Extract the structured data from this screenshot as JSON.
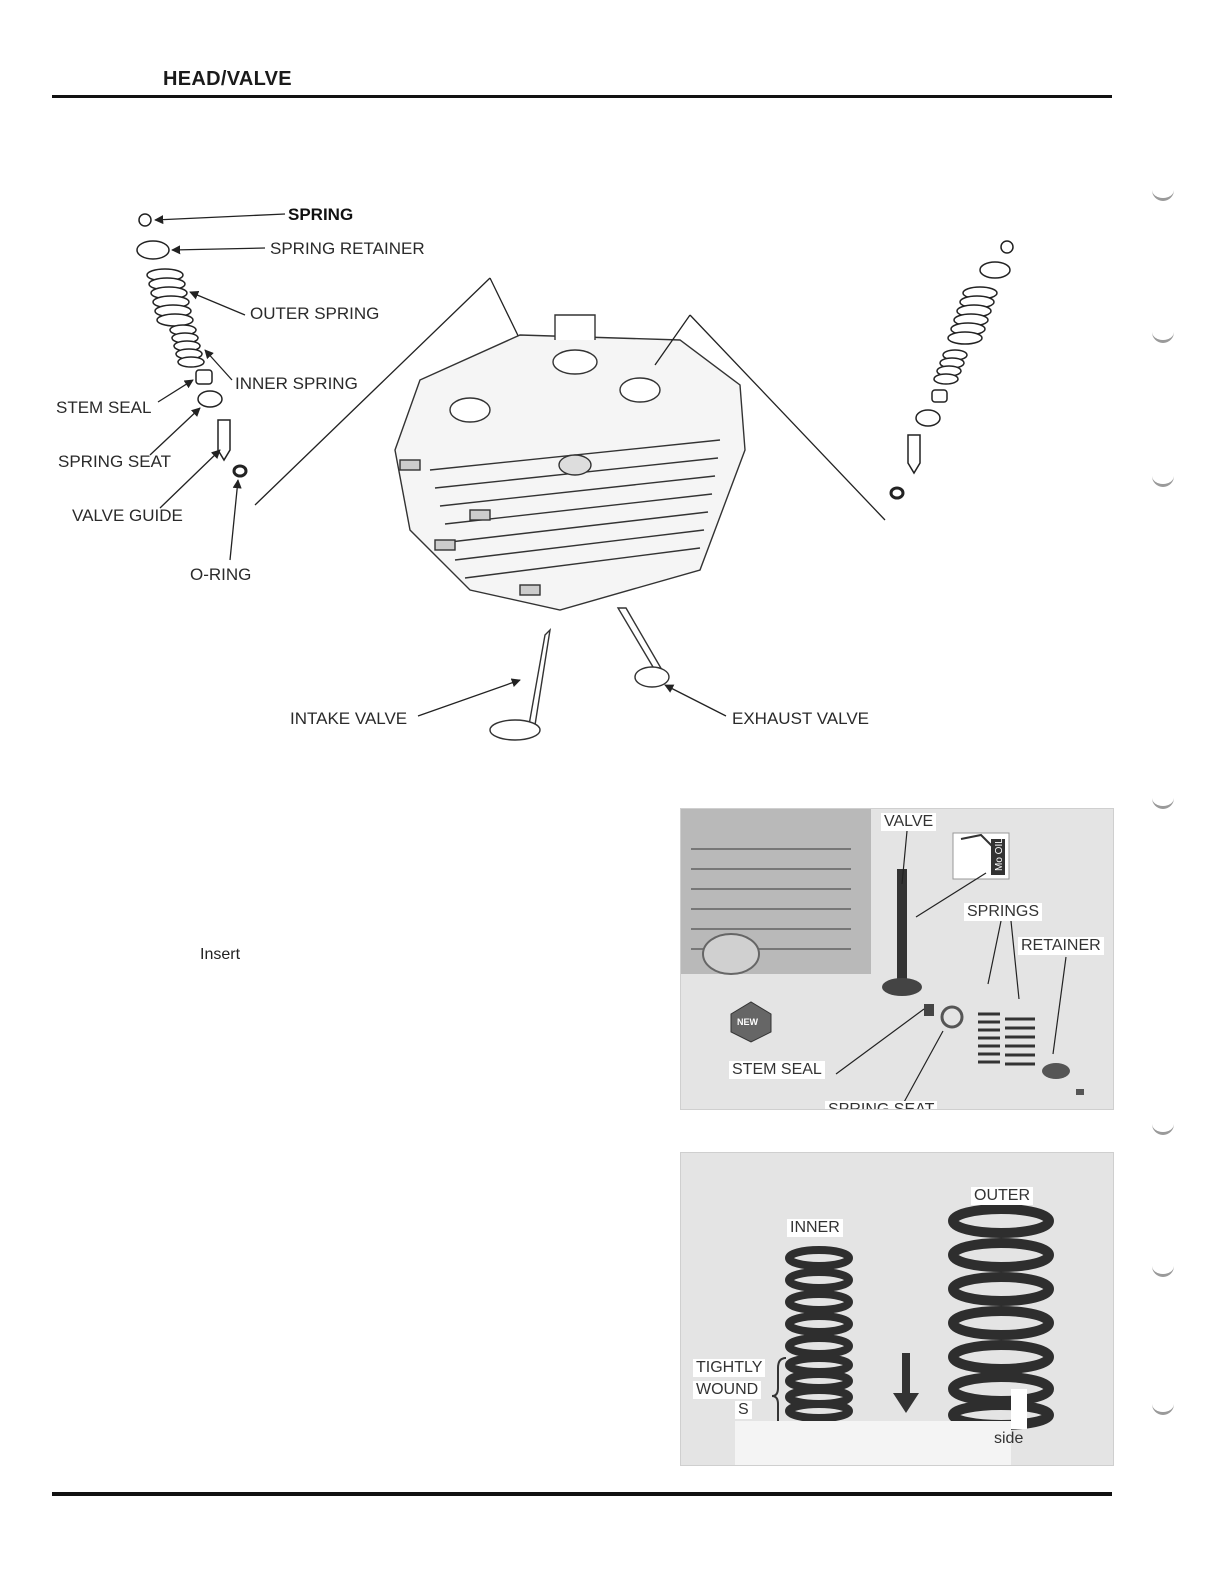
{
  "header": {
    "title": "HEAD/VALVE"
  },
  "diagram": {
    "labels": {
      "spring": "SPRING",
      "spring_retainer": "SPRING RETAINER",
      "outer_spring": "OUTER SPRING",
      "inner_spring": "INNER SPRING",
      "stem_seal": "STEM SEAL",
      "spring_seat": "SPRING SEAT",
      "valve_guide": "VALVE GUIDE",
      "o_ring": "O-RING",
      "intake_valve": "INTAKE VALVE",
      "exhaust_valve": "EXHAUST VALVE"
    }
  },
  "body": {
    "insert_text": "Insert"
  },
  "photo1": {
    "labels": {
      "valve": "VALVE",
      "oil": "Mo OIL",
      "springs": "SPRINGS",
      "retainer": "RETAINER",
      "new_badge": "NEW",
      "stem_seal": "STEM SEAL",
      "spring_seat": "SPRING SEAT"
    }
  },
  "photo2": {
    "labels": {
      "inner": "INNER",
      "outer": "OUTER",
      "tightly": "TIGHTLY",
      "wound": "WOUND",
      "s": "S",
      "side": "side"
    }
  }
}
